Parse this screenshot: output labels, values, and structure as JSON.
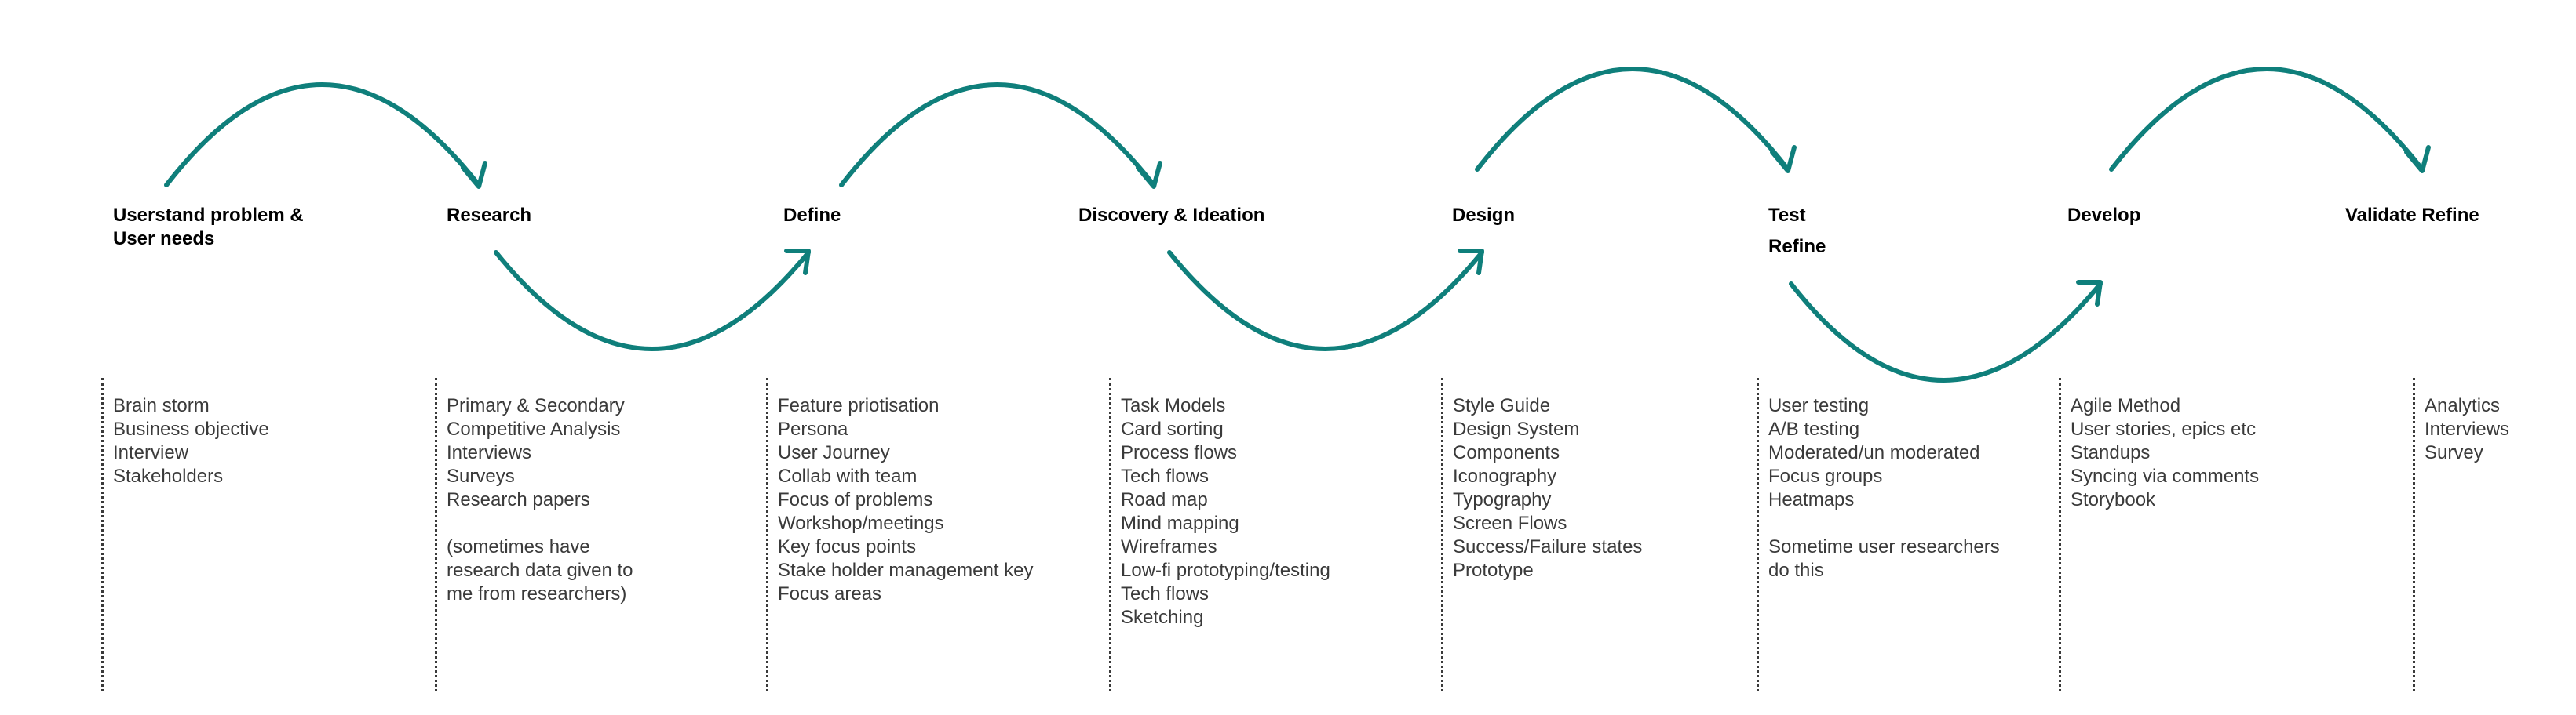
{
  "colors": {
    "arrow": "#0f7f7b",
    "title": "#000000",
    "text": "#3a3a3a"
  },
  "stages": [
    {
      "id": "understand",
      "title": [
        "Userstand problem &",
        "User needs"
      ],
      "items": [
        "Brain storm",
        "Business objective",
        "Interview",
        "Stakeholders"
      ]
    },
    {
      "id": "research",
      "title": [
        "Research"
      ],
      "items": [
        "Primary & Secondary",
        "Competitive Analysis",
        "Interviews",
        "Surveys",
        "Research papers",
        "",
        "(sometimes have",
        "research data given to",
        "me from researchers)"
      ]
    },
    {
      "id": "define",
      "title": [
        "Define"
      ],
      "items": [
        "Feature priotisation",
        "Persona",
        "User Journey",
        "Collab with team",
        "Focus of problems",
        "Workshop/meetings",
        "Key focus points",
        "Stake holder management  key",
        "Focus areas"
      ]
    },
    {
      "id": "discovery",
      "title": [
        "Discovery & Ideation"
      ],
      "items": [
        "Task Models",
        "Card sorting",
        "Process flows",
        "Tech flows",
        "Road map",
        "Mind mapping",
        "Wireframes",
        "Low-fi prototyping/testing",
        "Tech flows",
        "Sketching"
      ]
    },
    {
      "id": "design",
      "title": [
        "Design"
      ],
      "items": [
        "Style Guide",
        "Design System",
        "Components",
        "Iconography",
        "Typography",
        "Screen Flows",
        "Success/Failure states",
        "Prototype"
      ]
    },
    {
      "id": "test",
      "title": [
        "Test",
        "Refine"
      ],
      "items": [
        "User testing",
        "A/B testing",
        "Moderated/un moderated",
        "Focus groups",
        "Heatmaps",
        "",
        "Sometime user researchers",
        "do this"
      ]
    },
    {
      "id": "develop",
      "title": [
        "Develop"
      ],
      "items": [
        "Agile Method",
        "User stories, epics etc",
        "Standups",
        "Syncing via comments",
        "Storybook"
      ]
    },
    {
      "id": "validate",
      "title": [
        "Validate Refine"
      ],
      "items": [
        "Analytics",
        "Interviews",
        "Survey"
      ]
    }
  ]
}
